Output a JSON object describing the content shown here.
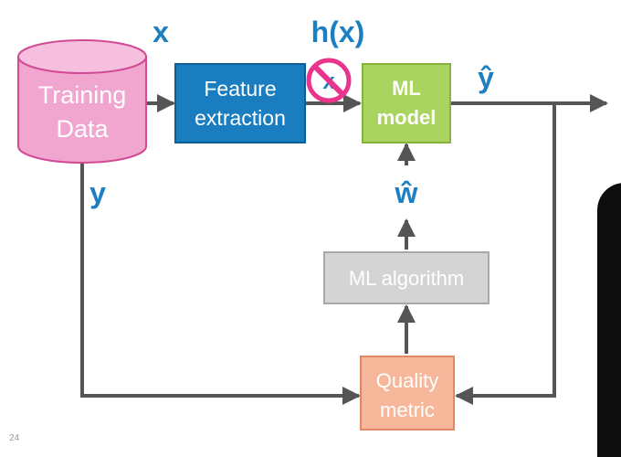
{
  "diagram": {
    "nodes": {
      "training_data": [
        "Training",
        "Data"
      ],
      "feature_extraction": [
        "Feature",
        "extraction"
      ],
      "ml_model": [
        "ML",
        "model"
      ],
      "ml_algorithm": "ML algorithm",
      "quality_metric": [
        "Quality",
        "metric"
      ]
    },
    "labels": {
      "x": "x",
      "h_x": "h(x)",
      "y_hat": "ŷ",
      "w_hat": "ŵ",
      "y": "y"
    },
    "colors": {
      "training_data": "#f0a6cf",
      "feature_extraction": "#1a7dbf",
      "ml_model": "#a9d45f",
      "ml_algorithm": "#d4d4d4",
      "quality_metric": "#f7b79a",
      "label_blue": "#1b7fc1",
      "arrow": "#555555",
      "no_symbol": "#e8348c"
    }
  },
  "footer": {
    "slide_number": "24"
  }
}
